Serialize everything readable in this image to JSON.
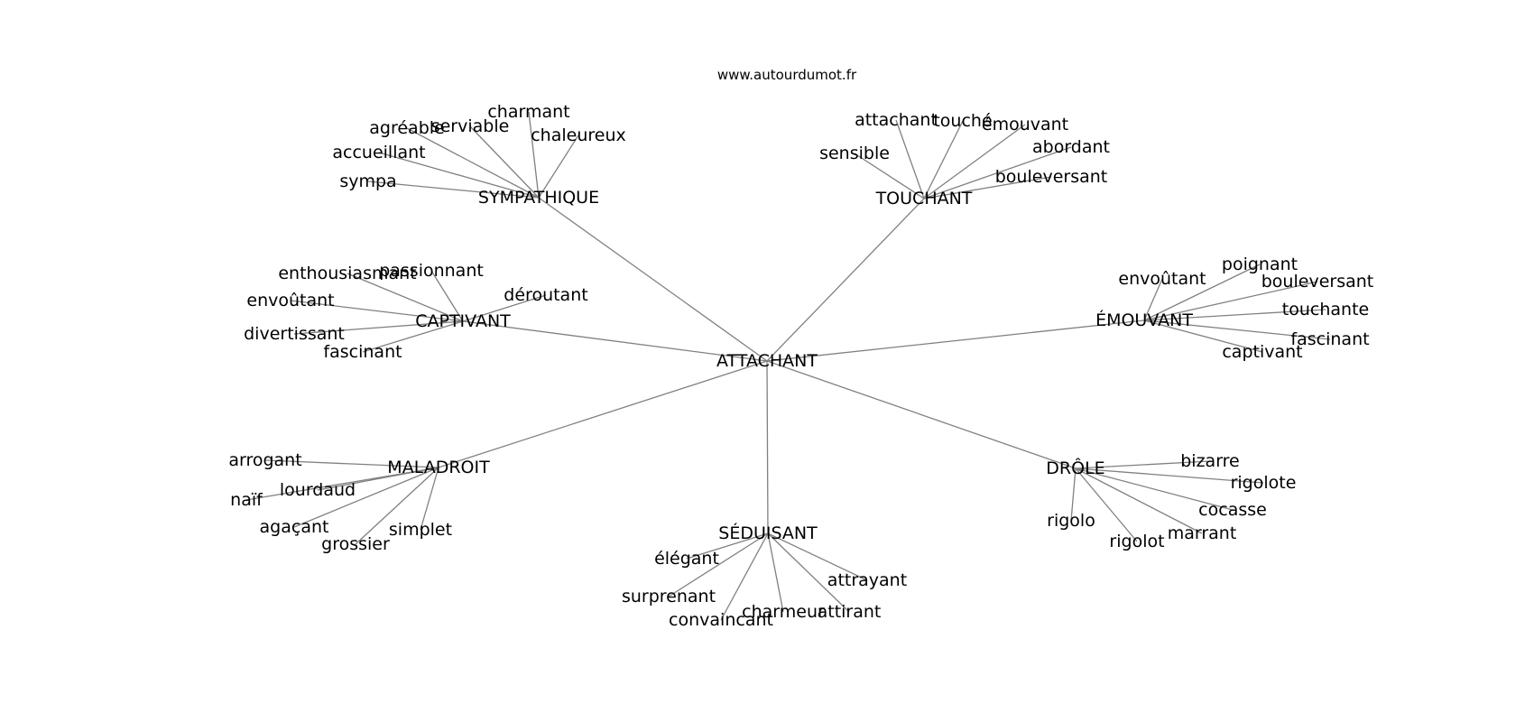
{
  "site": "www.autourdumot.fr",
  "center": {
    "label": "ATTACHANT"
  },
  "colors": {
    "edge": "#808080",
    "text": "#000000",
    "background": "#ffffff"
  },
  "groups": [
    {
      "label": "SYMPATHIQUE",
      "items": [
        "charmant",
        "agréable",
        "serviable",
        "chaleureux",
        "accueillant",
        "sympa"
      ]
    },
    {
      "label": "TOUCHANT",
      "items": [
        "attachant",
        "touché",
        "émouvant",
        "sensible",
        "abordant",
        "bouleversant"
      ]
    },
    {
      "label": "CAPTIVANT",
      "items": [
        "enthousiasmant",
        "passionnant",
        "déroutant",
        "envoûtant",
        "divertissant",
        "fascinant"
      ]
    },
    {
      "label": "ÉMOUVANT",
      "items": [
        "poignant",
        "envoûtant",
        "bouleversant",
        "touchante",
        "fascinant",
        "captivant"
      ]
    },
    {
      "label": "MALADROIT",
      "items": [
        "arrogant",
        "lourdaud",
        "naïf",
        "agaçant",
        "simplet",
        "grossier"
      ]
    },
    {
      "label": "SÉDUISANT",
      "items": [
        "élégant",
        "surprenant",
        "attrayant",
        "charmeur",
        "attirant",
        "convaincant"
      ]
    },
    {
      "label": "DRÔLE",
      "items": [
        "bizarre",
        "rigolote",
        "cocasse",
        "rigolo",
        "marrant",
        "rigolot"
      ]
    }
  ]
}
